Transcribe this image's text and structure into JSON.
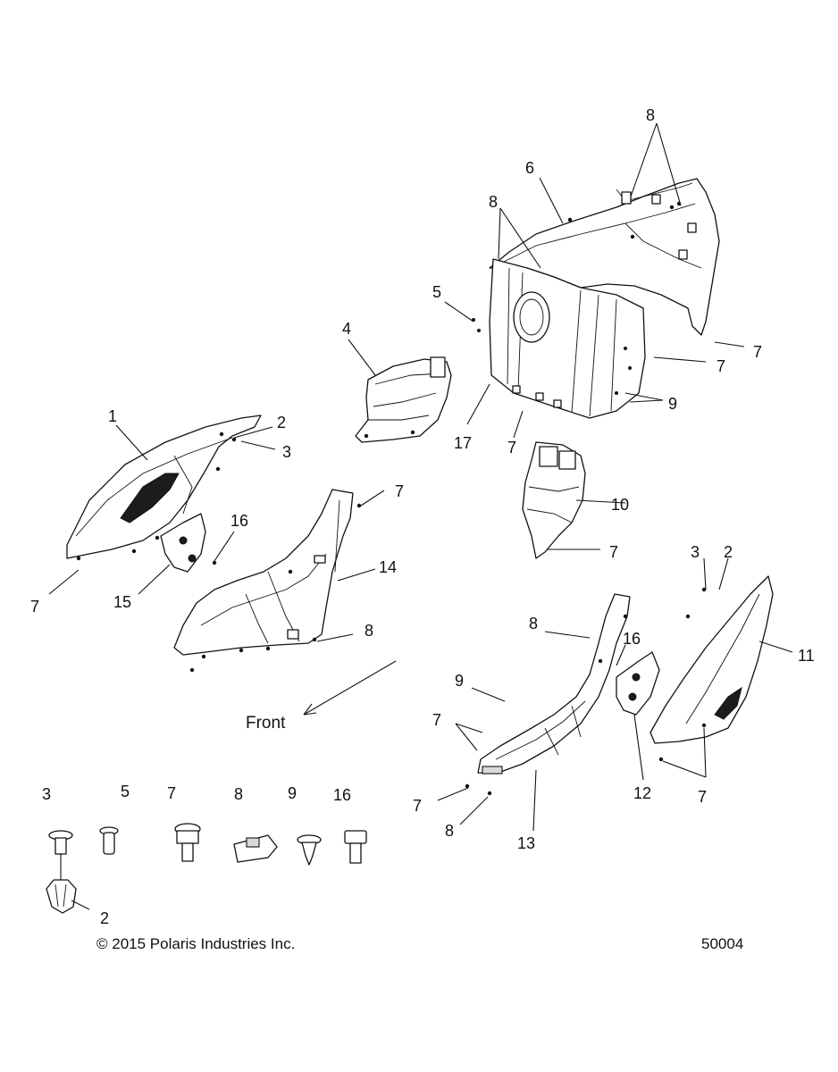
{
  "front_label": "Front",
  "copyright": "© 2015 Polaris Industries Inc.",
  "diagram_number": "50004",
  "callouts": {
    "c1": "1",
    "c2a": "2",
    "c3a": "3",
    "c7a": "7",
    "c15": "15",
    "c16a": "16",
    "c4": "4",
    "c5": "5",
    "c6": "6",
    "c8a": "8",
    "c8b": "8",
    "c7b": "7",
    "c7c": "7",
    "c9a": "9",
    "c17": "17",
    "c7d": "7",
    "c10": "10",
    "c7e": "7",
    "c7f": "7",
    "c14": "14",
    "c8c": "8",
    "c3b": "3",
    "c2b": "2",
    "c11": "11",
    "c8d": "8",
    "c16b": "16",
    "c9b": "9",
    "c7g": "7",
    "c7h": "7",
    "c8e": "8",
    "c13": "13",
    "c12": "12",
    "c7i": "7",
    "k3": "3",
    "k5": "5",
    "k7": "7",
    "k8": "8",
    "k9": "9",
    "k16": "16",
    "k2": "2"
  }
}
